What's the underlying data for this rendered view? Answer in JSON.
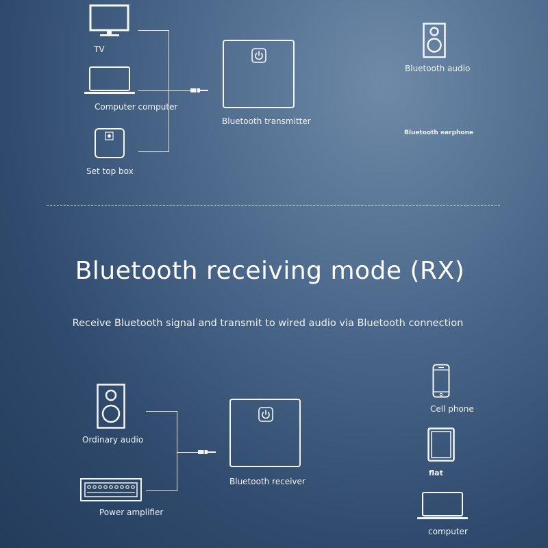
{
  "tx": {
    "sources": [
      {
        "label": "TV",
        "icon": "tv-icon"
      },
      {
        "label": "Computer computer",
        "icon": "laptop-icon"
      },
      {
        "label": "Set top box",
        "icon": "set-top-box-icon"
      }
    ],
    "device_label": "Bluetooth transmitter",
    "outputs": [
      {
        "label": "Bluetooth audio",
        "icon": "speaker-icon"
      },
      {
        "label": "Bluetooth earphone"
      }
    ]
  },
  "rx": {
    "title": "Bluetooth receiving mode (RX)",
    "subtitle": "Receive Bluetooth signal and transmit to wired audio via Bluetooth connection",
    "outputs": [
      {
        "label": "Ordinary audio",
        "icon": "speaker-icon"
      },
      {
        "label": "Power amplifier",
        "icon": "amplifier-icon"
      }
    ],
    "device_label": "Bluetooth receiver",
    "sources": [
      {
        "label": "Cell phone",
        "icon": "phone-icon"
      },
      {
        "label": "flat",
        "icon": "tablet-icon"
      },
      {
        "label": "computer",
        "icon": "laptop-icon"
      }
    ]
  }
}
